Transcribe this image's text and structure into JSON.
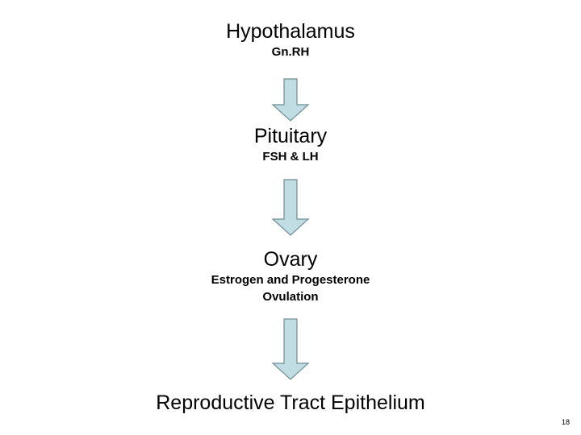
{
  "slide": {
    "page_number": "18",
    "arrow_fill": "#BFDDE3",
    "arrow_stroke": "#6E8D94",
    "background": "#FFFFFF",
    "text_color": "#000000"
  },
  "nodes": [
    {
      "id": "hypothalamus",
      "title": "Hypothalamus",
      "subtitle": "Gn.RH",
      "subtitle2": ""
    },
    {
      "id": "pituitary",
      "title": "Pituitary",
      "subtitle": "FSH & LH",
      "subtitle2": ""
    },
    {
      "id": "ovary",
      "title": "Ovary",
      "subtitle": "Estrogen and Progesterone",
      "subtitle2": "Ovulation"
    },
    {
      "id": "reproductive-tract",
      "title": "Reproductive Tract Epithelium",
      "subtitle": "",
      "subtitle2": ""
    }
  ],
  "arrows": [
    {
      "id": "arrow-hypothalamus-to-pituitary",
      "direction": "down"
    },
    {
      "id": "arrow-pituitary-to-ovary",
      "direction": "down"
    },
    {
      "id": "arrow-ovary-to-tract",
      "direction": "down"
    }
  ]
}
